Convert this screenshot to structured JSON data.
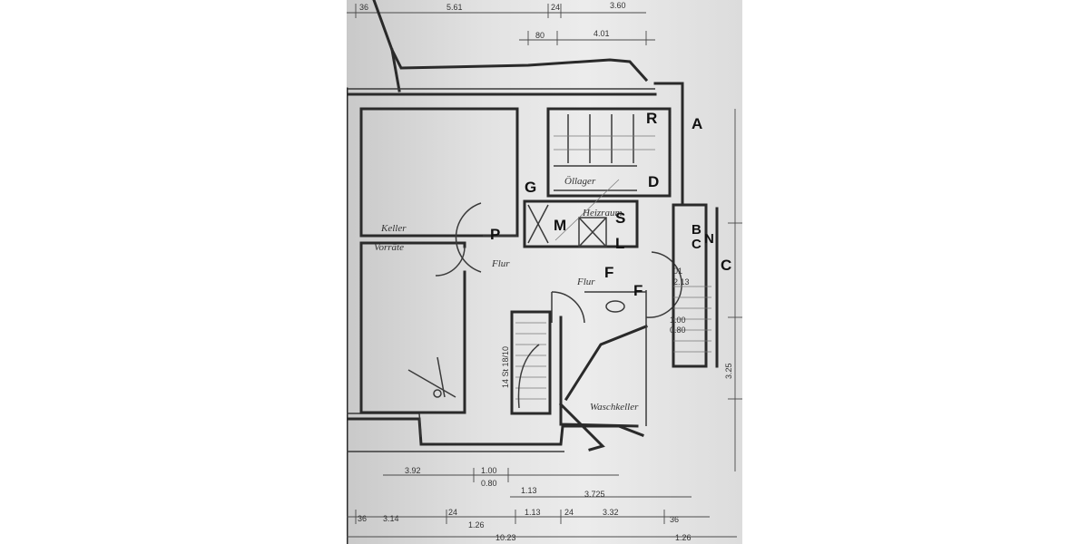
{
  "rooms": {
    "keller": "Keller",
    "vorrate": "Vorräte",
    "ollager": "Öllager",
    "heizraum": "Heizraum",
    "flur_1": "Flur",
    "flur_2": "Flur",
    "waschkeller": "Waschkeller"
  },
  "markers": {
    "a": "A",
    "r": "R",
    "d": "D",
    "g": "G",
    "m": "M",
    "s": "S",
    "p": "P",
    "l": "L",
    "f1": "F",
    "f2": "F",
    "b": "B",
    "c1": "C",
    "n": "N",
    "c2": "C"
  },
  "dimensions": {
    "top_left": "36",
    "top_main": "5.61",
    "top_24": "24",
    "top_right": "3.60",
    "top_80": "80",
    "top_401": "4.01",
    "stair": "14 St 18/10",
    "d_01": "01",
    "d_213": "2.13",
    "d_100": "1.00",
    "d_080": "0.80",
    "d_325": "3.25",
    "bot_392": "3.92",
    "bot_100": "1.00",
    "bot_080": "0.80",
    "bot_113a": "1.13",
    "bot_3725": "3.725",
    "bot_36l": "36",
    "bot_314": "3.14",
    "bot_24a": "24",
    "bot_113b": "1.13",
    "bot_24b": "24",
    "bot_332": "3.32",
    "bot_36r": "36",
    "bot_126a": "1.26",
    "bot_1023": "10.23",
    "bot_126b": "1.26"
  }
}
